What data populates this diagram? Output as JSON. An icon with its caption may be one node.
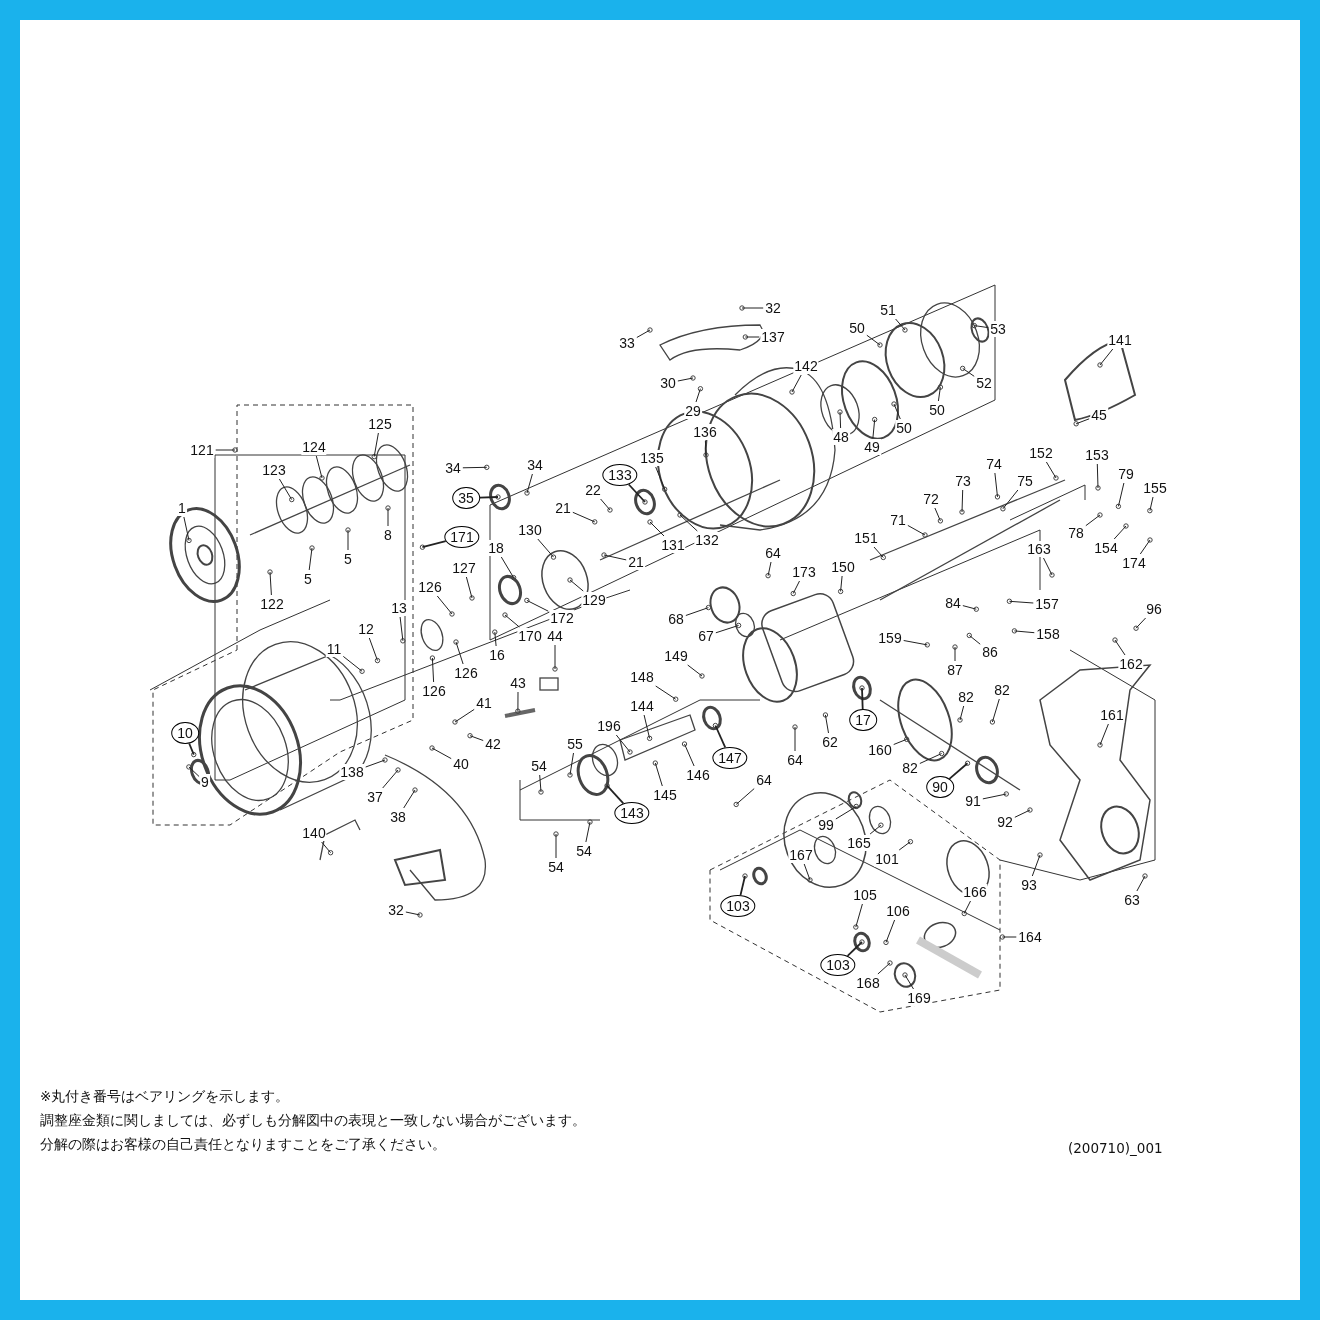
{
  "diagram": {
    "nodes": [
      {
        "text": [
          "32"
        ]
      },
      {
        "text": [
          "33"
        ]
      },
      {
        "text": [
          "137"
        ]
      },
      {
        "text": [
          "51"
        ]
      },
      {
        "text": [
          "50"
        ]
      },
      {
        "text": [
          "53"
        ]
      },
      {
        "text": [
          "141"
        ]
      },
      {
        "text": [
          "30"
        ]
      },
      {
        "text": [
          "142"
        ]
      },
      {
        "text": [
          "52"
        ]
      },
      {
        "text": [
          "121"
        ]
      },
      {
        "text": [
          "125"
        ]
      },
      {
        "text": [
          "124"
        ]
      },
      {
        "text": [
          "123"
        ]
      },
      {
        "text": [
          "29"
        ]
      },
      {
        "text": [
          "50"
        ]
      },
      {
        "text": [
          "50"
        ]
      },
      {
        "text": [
          "45"
        ]
      },
      {
        "text": [
          "34"
        ]
      },
      {
        "text": [
          "34"
        ]
      },
      {
        "text": [
          "35"
        ]
      },
      {
        "text": [
          "136"
        ]
      },
      {
        "text": [
          "48"
        ]
      },
      {
        "text": [
          "49"
        ]
      },
      {
        "text": [
          "133"
        ]
      },
      {
        "text": [
          "135"
        ]
      },
      {
        "text": [
          "22"
        ]
      },
      {
        "text": [
          "21"
        ]
      },
      {
        "text": [
          "131"
        ]
      },
      {
        "text": [
          "132"
        ]
      },
      {
        "text": [
          "21"
        ]
      },
      {
        "text": [
          "8"
        ]
      },
      {
        "text": [
          "5"
        ]
      },
      {
        "text": [
          "5"
        ]
      },
      {
        "text": [
          "122"
        ]
      },
      {
        "text": [
          "171"
        ]
      },
      {
        "text": [
          "18"
        ]
      },
      {
        "text": [
          "130"
        ]
      },
      {
        "text": [
          "129"
        ]
      },
      {
        "text": [
          "172"
        ]
      },
      {
        "text": [
          "170"
        ]
      },
      {
        "text": [
          "127"
        ]
      },
      {
        "text": [
          "16"
        ]
      },
      {
        "text": [
          "126"
        ]
      },
      {
        "text": [
          "126"
        ]
      },
      {
        "text": [
          "126"
        ]
      },
      {
        "text": [
          "1"
        ]
      },
      {
        "text": [
          "152"
        ]
      },
      {
        "text": [
          "153"
        ]
      },
      {
        "text": [
          "79"
        ]
      },
      {
        "text": [
          "155"
        ]
      },
      {
        "text": [
          "74"
        ]
      },
      {
        "text": [
          "73"
        ]
      },
      {
        "text": [
          "75"
        ]
      },
      {
        "text": [
          "72"
        ]
      },
      {
        "text": [
          "71"
        ]
      },
      {
        "text": [
          "78"
        ]
      },
      {
        "text": [
          "154"
        ]
      },
      {
        "text": [
          "174"
        ]
      },
      {
        "text": [
          "151"
        ]
      },
      {
        "text": [
          "64"
        ]
      },
      {
        "text": [
          "173"
        ]
      },
      {
        "text": [
          "150"
        ]
      },
      {
        "text": [
          "163"
        ]
      },
      {
        "text": [
          "96"
        ]
      },
      {
        "text": [
          "157"
        ]
      },
      {
        "text": [
          "84"
        ]
      },
      {
        "text": [
          "68"
        ]
      },
      {
        "text": [
          "67"
        ]
      },
      {
        "text": [
          "158"
        ]
      },
      {
        "text": [
          "159"
        ]
      },
      {
        "text": [
          "87"
        ]
      },
      {
        "text": [
          "86"
        ]
      },
      {
        "text": [
          "162"
        ]
      },
      {
        "text": [
          "149"
        ]
      },
      {
        "text": [
          "148"
        ]
      },
      {
        "text": [
          "11"
        ]
      },
      {
        "text": [
          "12"
        ]
      },
      {
        "text": [
          "13"
        ]
      },
      {
        "text": [
          "44"
        ]
      },
      {
        "text": [
          "43"
        ]
      },
      {
        "text": [
          "41"
        ]
      },
      {
        "text": [
          "42"
        ]
      },
      {
        "text": [
          "40"
        ]
      },
      {
        "text": [
          "144"
        ]
      },
      {
        "text": [
          "196"
        ]
      },
      {
        "text": [
          "55"
        ]
      },
      {
        "text": [
          "17"
        ]
      },
      {
        "text": [
          "147"
        ]
      },
      {
        "text": [
          "64"
        ]
      },
      {
        "text": [
          "64"
        ]
      },
      {
        "text": [
          "62"
        ]
      },
      {
        "text": [
          "160"
        ]
      },
      {
        "text": [
          "82"
        ]
      },
      {
        "text": [
          "82"
        ]
      },
      {
        "text": [
          "82"
        ]
      },
      {
        "text": [
          "161"
        ]
      },
      {
        "text": [
          "145"
        ]
      },
      {
        "text": [
          "146"
        ]
      },
      {
        "text": [
          "143"
        ]
      },
      {
        "text": [
          "90"
        ]
      },
      {
        "text": [
          "91"
        ]
      },
      {
        "text": [
          "10"
        ]
      },
      {
        "text": [
          "138"
        ]
      },
      {
        "text": [
          "37"
        ]
      },
      {
        "text": [
          "38"
        ]
      },
      {
        "text": [
          "54"
        ]
      },
      {
        "text": [
          "9"
        ]
      },
      {
        "text": [
          "99"
        ]
      },
      {
        "text": [
          "92"
        ]
      },
      {
        "text": [
          "165"
        ]
      },
      {
        "text": [
          "101"
        ]
      },
      {
        "text": [
          "140"
        ]
      },
      {
        "text": [
          "54"
        ]
      },
      {
        "text": [
          "54"
        ]
      },
      {
        "text": [
          "167"
        ]
      },
      {
        "text": [
          "166"
        ]
      },
      {
        "text": [
          "93"
        ]
      },
      {
        "text": [
          "63"
        ]
      },
      {
        "text": [
          "105"
        ]
      },
      {
        "text": [
          "106"
        ]
      },
      {
        "text": [
          "164"
        ]
      },
      {
        "text": [
          "103"
        ]
      },
      {
        "text": [
          "103"
        ]
      },
      {
        "text": [
          "168"
        ]
      },
      {
        "text": [
          "169"
        ]
      },
      {
        "text": [
          "32"
        ]
      }
    ],
    "edges": [
      {
        "from": 0,
        "to": null,
        "arrow": "none"
      },
      {
        "from": 1,
        "to": null,
        "arrow": "none"
      },
      {
        "from": 2,
        "to": null,
        "arrow": "none"
      },
      {
        "from": 3,
        "to": null,
        "arrow": "none"
      },
      {
        "from": 4,
        "to": null,
        "arrow": "none"
      },
      {
        "from": 5,
        "to": null,
        "arrow": "none"
      },
      {
        "from": 6,
        "to": null,
        "arrow": "none"
      },
      {
        "from": 7,
        "to": null,
        "arrow": "none"
      },
      {
        "from": 8,
        "to": null,
        "arrow": "none"
      },
      {
        "from": 9,
        "to": null,
        "arrow": "none"
      },
      {
        "from": 10,
        "to": null,
        "arrow": "none"
      },
      {
        "from": 11,
        "to": null,
        "arrow": "none"
      },
      {
        "from": 12,
        "to": null,
        "arrow": "none"
      },
      {
        "from": 13,
        "to": null,
        "arrow": "none"
      },
      {
        "from": 14,
        "to": null,
        "arrow": "none"
      },
      {
        "from": 15,
        "to": null,
        "arrow": "none"
      },
      {
        "from": 16,
        "to": null,
        "arrow": "none"
      },
      {
        "from": 17,
        "to": null,
        "arrow": "none"
      },
      {
        "from": 18,
        "to": null,
        "arrow": "none"
      },
      {
        "from": 19,
        "to": null,
        "arrow": "none"
      },
      {
        "from": 20,
        "to": null,
        "arrow": "none"
      },
      {
        "from": 21,
        "to": null,
        "arrow": "none"
      },
      {
        "from": 22,
        "to": null,
        "arrow": "none"
      },
      {
        "from": 23,
        "to": null,
        "arrow": "none"
      },
      {
        "from": 24,
        "to": null,
        "arrow": "none"
      },
      {
        "from": 25,
        "to": null,
        "arrow": "none"
      },
      {
        "from": 26,
        "to": null,
        "arrow": "none"
      },
      {
        "from": 27,
        "to": null,
        "arrow": "none"
      },
      {
        "from": 28,
        "to": null,
        "arrow": "none"
      },
      {
        "from": 29,
        "to": null,
        "arrow": "none"
      },
      {
        "from": 30,
        "to": null,
        "arrow": "none"
      },
      {
        "from": 31,
        "to": null,
        "arrow": "none"
      },
      {
        "from": 32,
        "to": null,
        "arrow": "none"
      },
      {
        "from": 33,
        "to": null,
        "arrow": "none"
      },
      {
        "from": 34,
        "to": null,
        "arrow": "none"
      },
      {
        "from": 35,
        "to": null,
        "arrow": "none"
      },
      {
        "from": 36,
        "to": null,
        "arrow": "none"
      },
      {
        "from": 37,
        "to": null,
        "arrow": "none"
      },
      {
        "from": 38,
        "to": null,
        "arrow": "none"
      },
      {
        "from": 39,
        "to": null,
        "arrow": "none"
      },
      {
        "from": 40,
        "to": null,
        "arrow": "none"
      },
      {
        "from": 41,
        "to": null,
        "arrow": "none"
      },
      {
        "from": 42,
        "to": null,
        "arrow": "none"
      },
      {
        "from": 43,
        "to": null,
        "arrow": "none"
      },
      {
        "from": 44,
        "to": null,
        "arrow": "none"
      },
      {
        "from": 45,
        "to": null,
        "arrow": "none"
      },
      {
        "from": 46,
        "to": null,
        "arrow": "none"
      },
      {
        "from": 47,
        "to": null,
        "arrow": "none"
      },
      {
        "from": 48,
        "to": null,
        "arrow": "none"
      },
      {
        "from": 49,
        "to": null,
        "arrow": "none"
      },
      {
        "from": 50,
        "to": null,
        "arrow": "none"
      },
      {
        "from": 51,
        "to": null,
        "arrow": "none"
      },
      {
        "from": 52,
        "to": null,
        "arrow": "none"
      },
      {
        "from": 53,
        "to": null,
        "arrow": "none"
      },
      {
        "from": 54,
        "to": null,
        "arrow": "none"
      },
      {
        "from": 55,
        "to": null,
        "arrow": "none"
      },
      {
        "from": 56,
        "to": null,
        "arrow": "none"
      },
      {
        "from": 57,
        "to": null,
        "arrow": "none"
      },
      {
        "from": 58,
        "to": null,
        "arrow": "none"
      },
      {
        "from": 59,
        "to": null,
        "arrow": "none"
      },
      {
        "from": 60,
        "to": null,
        "arrow": "none"
      },
      {
        "from": 61,
        "to": null,
        "arrow": "none"
      },
      {
        "from": 62,
        "to": null,
        "arrow": "none"
      },
      {
        "from": 63,
        "to": null,
        "arrow": "none"
      },
      {
        "from": 64,
        "to": null,
        "arrow": "none"
      },
      {
        "from": 65,
        "to": null,
        "arrow": "none"
      },
      {
        "from": 66,
        "to": null,
        "arrow": "none"
      },
      {
        "from": 67,
        "to": null,
        "arrow": "none"
      },
      {
        "from": 68,
        "to": null,
        "arrow": "none"
      },
      {
        "from": 69,
        "to": null,
        "arrow": "none"
      },
      {
        "from": 70,
        "to": null,
        "arrow": "none"
      },
      {
        "from": 71,
        "to": null,
        "arrow": "none"
      },
      {
        "from": 72,
        "to": null,
        "arrow": "none"
      },
      {
        "from": 73,
        "to": null,
        "arrow": "none"
      },
      {
        "from": 74,
        "to": null,
        "arrow": "none"
      },
      {
        "from": 75,
        "to": null,
        "arrow": "none"
      },
      {
        "from": 76,
        "to": null,
        "arrow": "none"
      },
      {
        "from": 77,
        "to": null,
        "arrow": "none"
      },
      {
        "from": 78,
        "to": null,
        "arrow": "none"
      },
      {
        "from": 79,
        "to": null,
        "arrow": "none"
      },
      {
        "from": 80,
        "to": null,
        "arrow": "none"
      },
      {
        "from": 81,
        "to": null,
        "arrow": "none"
      },
      {
        "from": 82,
        "to": null,
        "arrow": "none"
      },
      {
        "from": 83,
        "to": null,
        "arrow": "none"
      },
      {
        "from": 84,
        "to": null,
        "arrow": "none"
      },
      {
        "from": 85,
        "to": null,
        "arrow": "none"
      },
      {
        "from": 86,
        "to": null,
        "arrow": "none"
      },
      {
        "from": 87,
        "to": null,
        "arrow": "none"
      },
      {
        "from": 88,
        "to": null,
        "arrow": "none"
      },
      {
        "from": 89,
        "to": null,
        "arrow": "none"
      },
      {
        "from": 90,
        "to": null,
        "arrow": "none"
      },
      {
        "from": 91,
        "to": null,
        "arrow": "none"
      },
      {
        "from": 92,
        "to": null,
        "arrow": "none"
      },
      {
        "from": 93,
        "to": null,
        "arrow": "none"
      },
      {
        "from": 94,
        "to": null,
        "arrow": "none"
      },
      {
        "from": 95,
        "to": null,
        "arrow": "none"
      },
      {
        "from": 96,
        "to": null,
        "arrow": "none"
      },
      {
        "from": 97,
        "to": null,
        "arrow": "none"
      },
      {
        "from": 98,
        "to": null,
        "arrow": "none"
      },
      {
        "from": 99,
        "to": null,
        "arrow": "none"
      },
      {
        "from": 100,
        "to": null,
        "arrow": "none"
      },
      {
        "from": 101,
        "to": null,
        "arrow": "none"
      },
      {
        "from": 102,
        "to": null,
        "arrow": "none"
      },
      {
        "from": 103,
        "to": null,
        "arrow": "none"
      },
      {
        "from": 104,
        "to": null,
        "arrow": "none"
      },
      {
        "from": 105,
        "to": null,
        "arrow": "none"
      },
      {
        "from": 106,
        "to": null,
        "arrow": "none"
      },
      {
        "from": 107,
        "to": null,
        "arrow": "none"
      },
      {
        "from": 108,
        "to": null,
        "arrow": "none"
      },
      {
        "from": 109,
        "to": null,
        "arrow": "none"
      },
      {
        "from": 110,
        "to": null,
        "arrow": "none"
      },
      {
        "from": 111,
        "to": null,
        "arrow": "none"
      },
      {
        "from": 112,
        "to": null,
        "arrow": "none"
      },
      {
        "from": 113,
        "to": null,
        "arrow": "none"
      },
      {
        "from": 114,
        "to": null,
        "arrow": "none"
      },
      {
        "from": 115,
        "to": null,
        "arrow": "none"
      },
      {
        "from": 116,
        "to": null,
        "arrow": "none"
      },
      {
        "from": 117,
        "to": null,
        "arrow": "none"
      },
      {
        "from": 118,
        "to": null,
        "arrow": "none"
      },
      {
        "from": 119,
        "to": null,
        "arrow": "none"
      },
      {
        "from": 120,
        "to": null,
        "arrow": "none"
      },
      {
        "from": 121,
        "to": null,
        "arrow": "none"
      },
      {
        "from": 122,
        "to": null,
        "arrow": "none"
      },
      {
        "from": 123,
        "to": null,
        "arrow": "none"
      },
      {
        "from": 124,
        "to": null,
        "arrow": "none"
      },
      {
        "from": 125,
        "to": null,
        "arrow": "none"
      },
      {
        "from": 126,
        "to": null,
        "arrow": "none"
      }
    ],
    "labels": [
      "※丸付き番号はベアリングを示します。",
      "調整座金類に関しましては、必ずしも分解図中の表現と一致しない場合がございます。",
      "分解の際はお客様の自己責任となりますことをご了承ください。",
      "(200710)_001"
    ]
  }
}
